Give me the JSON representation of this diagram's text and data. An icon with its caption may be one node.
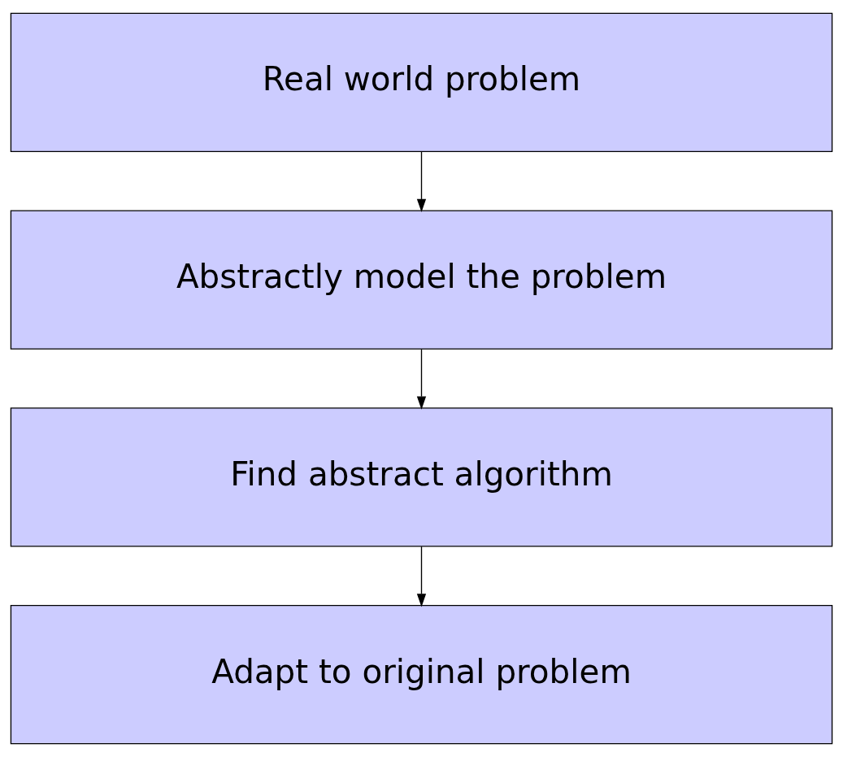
{
  "diagram": {
    "nodes": [
      {
        "text": [
          "Real world problem"
        ]
      },
      {
        "text": [
          "Abstractly model the problem"
        ]
      },
      {
        "text": [
          "Find abstract algorithm"
        ]
      },
      {
        "text": [
          "Adapt to original problem"
        ]
      }
    ],
    "edges": [
      {
        "from": 0,
        "to": 1,
        "arrow": "to"
      },
      {
        "from": 1,
        "to": 2,
        "arrow": "to"
      },
      {
        "from": 2,
        "to": 3,
        "arrow": "to"
      }
    ]
  }
}
